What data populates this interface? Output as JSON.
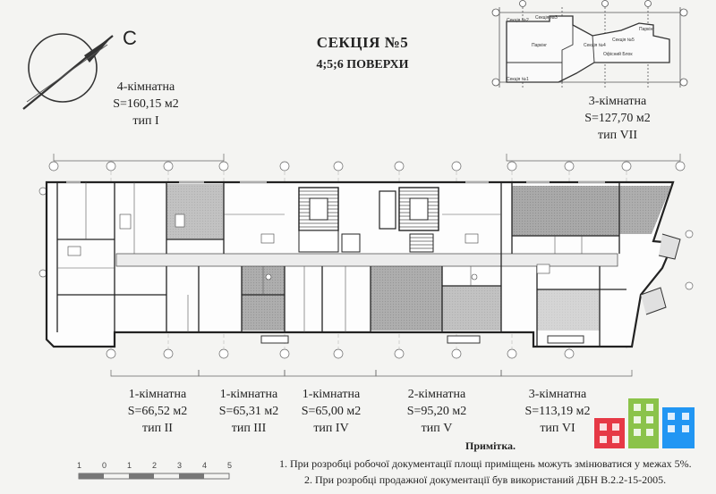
{
  "header": {
    "section_title": "СЕКЦІЯ №5",
    "floors": "4;5;6  ПОВЕРХИ"
  },
  "compass": {
    "north_letter": "С"
  },
  "inset_plan": {
    "labels": [
      "Секція №2",
      "Секція №3",
      "Паркінг",
      "Секція №4",
      "Секція №5",
      "Паркінг",
      "Офісний Блок",
      "Секція №1"
    ]
  },
  "apartments_top": [
    {
      "rooms": "4-кімнатна",
      "area": "S=160,15 м2",
      "type": "тип  I"
    },
    {
      "rooms": "3-кімнатна",
      "area": "S=127,70 м2",
      "type": "тип VII"
    }
  ],
  "apartments_bottom": [
    {
      "rooms": "1-кімнатна",
      "area": "S=66,52 м2",
      "type": "тип II"
    },
    {
      "rooms": "1-кімнатна",
      "area": "S=65,31 м2",
      "type": "тип III"
    },
    {
      "rooms": "1-кімнатна",
      "area": "S=65,00 м2",
      "type": "тип IV"
    },
    {
      "rooms": "2-кімнатна",
      "area": "S=95,20 м2",
      "type": "тип V"
    },
    {
      "rooms": "3-кімнатна",
      "area": "S=113,19 м2",
      "type": "тип VI"
    }
  ],
  "notes": {
    "heading": "Примітка.",
    "items": [
      "1. При розробці робочої документації площі приміщень можуть змінюватися у межах 5%.",
      "2. При розробці продажної документації був використаний ДБН В.2.2-15-2005."
    ]
  },
  "scale_bar": {
    "labels": [
      "1",
      "0",
      "1",
      "2",
      "3",
      "4",
      "5"
    ]
  },
  "logo_colors": [
    "#e63946",
    "#8bc34a",
    "#2196f3"
  ]
}
